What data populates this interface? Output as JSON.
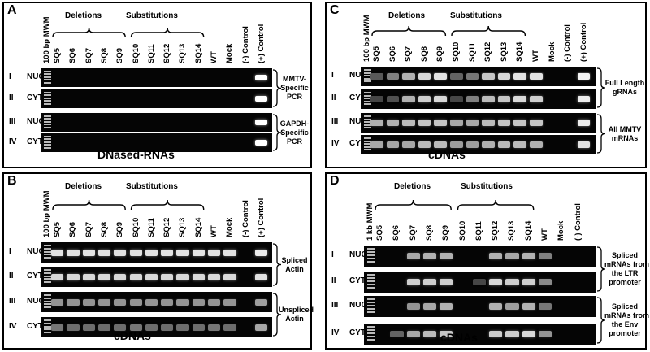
{
  "panels": [
    {
      "id": "A",
      "letter": "A",
      "marker_label": "100 bp MWM",
      "group1": "Deletions",
      "group2": "Substitutions",
      "lanes": [
        "SQ5",
        "SQ6",
        "SQ7",
        "SQ8",
        "SQ9",
        "SQ10",
        "SQ11",
        "SQ12",
        "SQ13",
        "SQ14",
        "WT",
        "Mock",
        "(-) Control",
        "(+) Control"
      ],
      "rows": [
        {
          "num": "I",
          "name": "NUC"
        },
        {
          "num": "II",
          "name": "CYT"
        },
        {
          "num": "III",
          "name": "NUC"
        },
        {
          "num": "IV",
          "name": "CYT"
        }
      ],
      "annotations": [
        {
          "text": "MMTV-\nSpecific\nPCR"
        },
        {
          "text": "GAPDH-\nSpecific\nPCR"
        }
      ],
      "caption": "DNased-RNAs",
      "band_levels": [
        [
          0,
          0,
          0,
          0,
          0,
          0,
          0,
          0,
          0,
          0,
          0,
          0,
          0,
          1
        ],
        [
          0,
          0,
          0,
          0,
          0,
          0,
          0,
          0,
          0,
          0,
          0,
          0,
          0,
          1
        ],
        [
          0,
          0,
          0,
          0,
          0,
          0,
          0,
          0,
          0,
          0,
          0,
          0,
          0,
          1
        ],
        [
          0,
          0,
          0,
          0,
          0,
          0,
          0,
          0,
          0,
          0,
          0,
          0,
          0,
          1
        ]
      ]
    },
    {
      "id": "B",
      "letter": "B",
      "marker_label": "100 bp MWM",
      "group1": "Deletions",
      "group2": "Substitutions",
      "lanes": [
        "SQ5",
        "SQ6",
        "SQ7",
        "SQ8",
        "SQ9",
        "SQ10",
        "SQ11",
        "SQ12",
        "SQ13",
        "SQ14",
        "WT",
        "Mock",
        "(-) Control",
        "(+) Control"
      ],
      "rows": [
        {
          "num": "I",
          "name": "NUC"
        },
        {
          "num": "II",
          "name": "CYT"
        },
        {
          "num": "III",
          "name": "NUC"
        },
        {
          "num": "IV",
          "name": "CYT"
        }
      ],
      "annotations": [
        {
          "text": "Spliced\nActin"
        },
        {
          "text": "Unspliced\nActin"
        }
      ],
      "caption": "cDNAs",
      "band_levels": [
        [
          0.85,
          0.85,
          0.85,
          0.85,
          0.85,
          0.85,
          0.85,
          0.85,
          0.85,
          0.85,
          0.85,
          0.85,
          0,
          0.9
        ],
        [
          0.8,
          0.8,
          0.8,
          0.8,
          0.8,
          0.8,
          0.8,
          0.8,
          0.8,
          0.8,
          0.8,
          0.8,
          0,
          0.85
        ],
        [
          0.45,
          0.45,
          0.45,
          0.45,
          0.45,
          0.45,
          0.45,
          0.45,
          0.45,
          0.45,
          0.45,
          0.45,
          0,
          0.5
        ],
        [
          0.3,
          0.25,
          0.25,
          0.25,
          0.25,
          0.3,
          0.25,
          0.25,
          0.25,
          0.25,
          0.3,
          0.25,
          0,
          0.55
        ]
      ]
    },
    {
      "id": "C",
      "letter": "C",
      "marker_label": "100 bp MWM",
      "group1": "Deletions",
      "group2": "Substitutions",
      "lanes": [
        "SQ5",
        "SQ6",
        "SQ7",
        "SQ8",
        "SQ9",
        "SQ10",
        "SQ11",
        "SQ12",
        "SQ13",
        "SQ14",
        "WT",
        "Mock",
        "(-) Control",
        "(+) Control"
      ],
      "rows": [
        {
          "num": "I",
          "name": "NUC"
        },
        {
          "num": "II",
          "name": "CYT"
        },
        {
          "num": "III",
          "name": "NUC"
        },
        {
          "num": "IV",
          "name": "CYT"
        }
      ],
      "annotations": [
        {
          "text": "Full Length\ngRNAs"
        },
        {
          "text": "All MMTV\nmRNAs"
        }
      ],
      "caption": "cDNAs",
      "band_levels": [
        [
          0.15,
          0.35,
          0.6,
          0.8,
          0.85,
          0.2,
          0.3,
          0.7,
          0.8,
          0.85,
          0.85,
          0,
          0,
          0.95
        ],
        [
          0.05,
          0.1,
          0.6,
          0.75,
          0.8,
          0.05,
          0.35,
          0.65,
          0.7,
          0.8,
          0.75,
          0,
          0,
          0.9
        ],
        [
          0.6,
          0.6,
          0.65,
          0.7,
          0.7,
          0.55,
          0.55,
          0.65,
          0.7,
          0.7,
          0.7,
          0,
          0,
          0.9
        ],
        [
          0.55,
          0.55,
          0.55,
          0.65,
          0.65,
          0.5,
          0.5,
          0.6,
          0.65,
          0.65,
          0.6,
          0,
          0,
          0.85
        ]
      ]
    },
    {
      "id": "D",
      "letter": "D",
      "marker_label": "1 kb MWM",
      "group1": "Deletions",
      "group2": "Substitutions",
      "lanes": [
        "SQ5",
        "SQ6",
        "SQ7",
        "SQ8",
        "SQ9",
        "SQ10",
        "SQ11",
        "SQ12",
        "SQ13",
        "SQ14",
        "WT",
        "Mock",
        "(-) Control"
      ],
      "rows": [
        {
          "num": "I",
          "name": "NUC"
        },
        {
          "num": "II",
          "name": "CYT"
        },
        {
          "num": "III",
          "name": "NUC"
        },
        {
          "num": "IV",
          "name": "CYT"
        }
      ],
      "annotations": [
        {
          "text": "Spliced\nmRNAs from\nthe LTR\npromoter"
        },
        {
          "text": "Spliced\nmRNAs from\nthe Env\npromoter"
        }
      ],
      "caption": "cDNAs",
      "band_levels": [
        [
          0,
          0,
          0.55,
          0.6,
          0.6,
          0,
          0,
          0.6,
          0.55,
          0.6,
          0.35,
          0,
          0
        ],
        [
          0,
          0,
          0.75,
          0.75,
          0.75,
          0,
          0.05,
          0.8,
          0.75,
          0.75,
          0.4,
          0,
          0
        ],
        [
          0,
          0,
          0.45,
          0.55,
          0.6,
          0,
          0,
          0.6,
          0.5,
          0.6,
          0.3,
          0,
          0
        ],
        [
          0,
          0.2,
          0.55,
          0.65,
          0.7,
          0,
          0,
          0.75,
          0.75,
          0.8,
          0.45,
          0,
          0
        ]
      ]
    }
  ]
}
